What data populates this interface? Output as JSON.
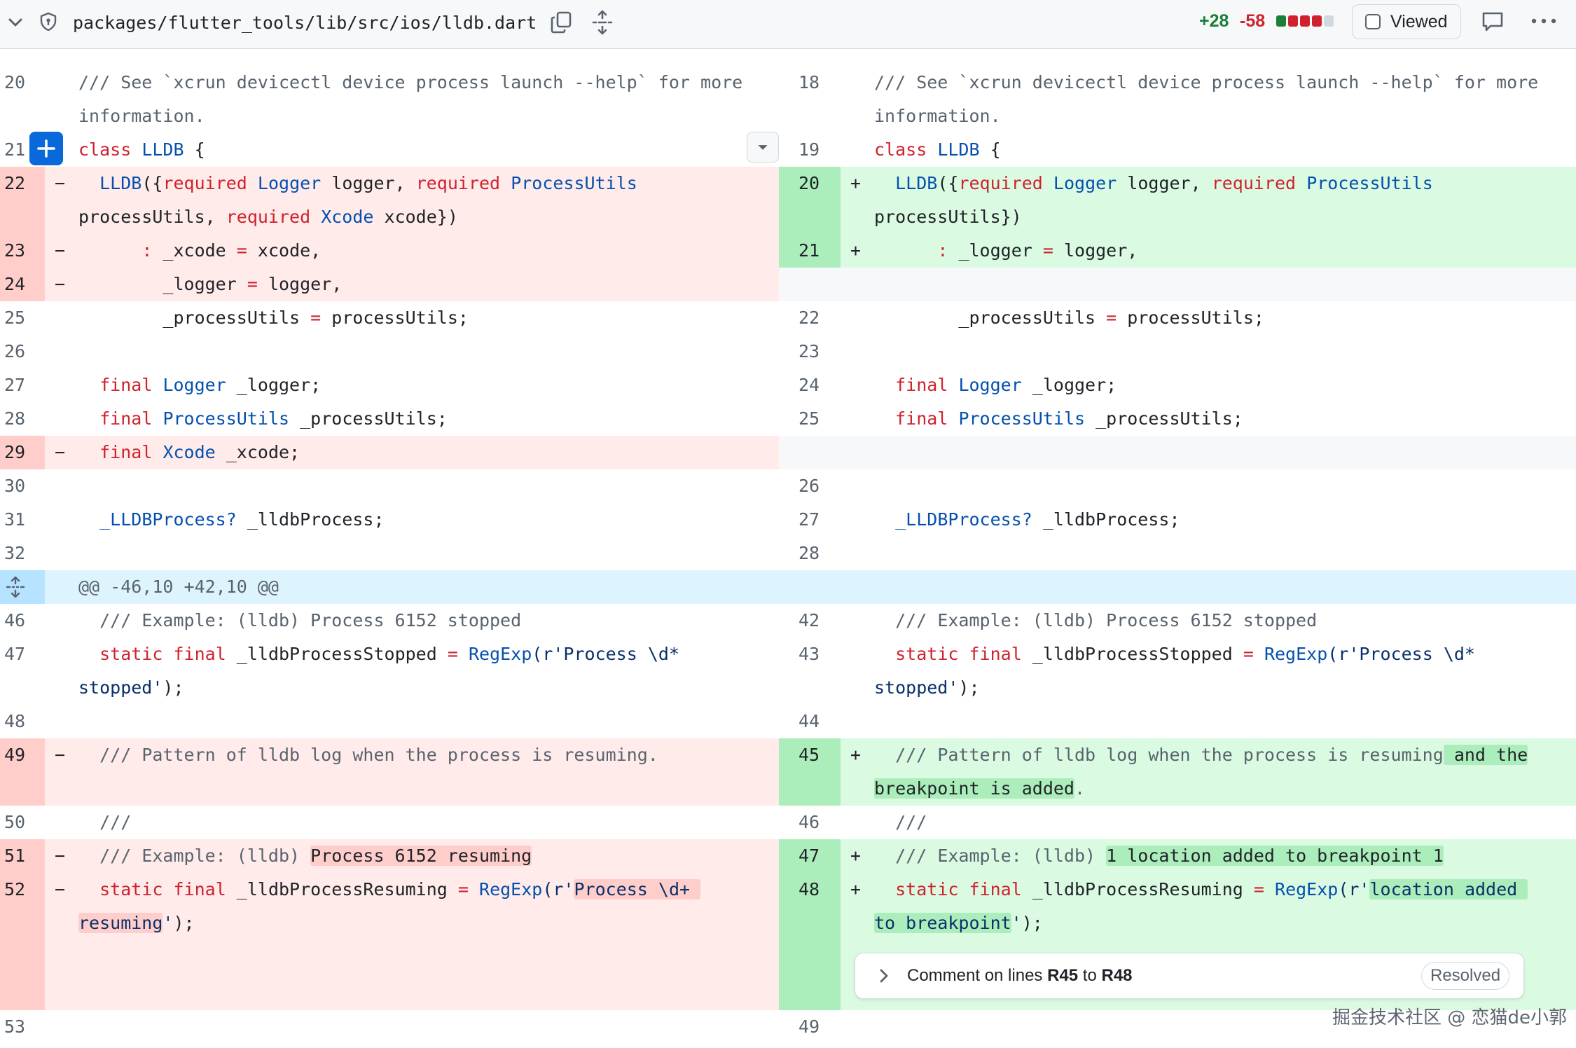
{
  "header": {
    "file_path": "packages/flutter_tools/lib/src/ios/lldb.dart",
    "additions": "+28",
    "deletions": "-58",
    "viewed_label": "Viewed",
    "diffstat_colors": [
      "#1a7f37",
      "#cf222e",
      "#cf222e",
      "#cf222e",
      "#d1d9e0"
    ]
  },
  "hunk_header": "@@ -46,10 +42,10 @@",
  "left": {
    "n20": "20",
    "n21": "21",
    "n22": "22",
    "n23": "23",
    "n24": "24",
    "n25": "25",
    "n26": "26",
    "n27": "27",
    "n28": "28",
    "n29": "29",
    "n30": "30",
    "n31": "31",
    "n32": "32",
    "n46": "46",
    "n47": "47",
    "n48": "48",
    "n49": "49",
    "n50": "50",
    "n51": "51",
    "n52": "52",
    "n53": "53"
  },
  "right": {
    "n18": "18",
    "n19": "19",
    "n20": "20",
    "n21": "21",
    "n22": "22",
    "n23": "23",
    "n24": "24",
    "n25": "25",
    "n26": "26",
    "n27": "27",
    "n28": "28",
    "n42": "42",
    "n43": "43",
    "n44": "44",
    "n45": "45",
    "n46": "46",
    "n47": "47",
    "n48": "48",
    "n49": "49"
  },
  "code": {
    "see_help_a": "/// See `xcrun devicectl device process launch --help` for more",
    "see_help_b": "information.",
    "class_kw": "class",
    "class_name": "LLDB",
    "class_brace": " {",
    "ctor_name": "LLDB",
    "ctor_open": "({",
    "required": "required",
    "logger_type": "Logger",
    "logger_param": " logger, ",
    "process_utils_type": "ProcessUtils",
    "xcode_type": "Xcode",
    "left_ctor_line2_a": "processUtils, ",
    "left_ctor_line2_b": " xcode})",
    "right_ctor_line2": "processUtils})",
    "colon": ":",
    "xcode_assign_a": " _xcode ",
    "xcode_assign_b": " xcode,",
    "eq": "=",
    "logger_assign_a": "_logger ",
    "logger_assign_b": " logger,",
    "pu_assign_a": "_processUtils ",
    "pu_assign_b": " processUtils;",
    "final_kw": "final",
    "logger_field": " _logger;",
    "pu_field": " _processUtils;",
    "xcode_field": " _xcode;",
    "lldb_process_type": "_LLDBProcess?",
    "lldb_process_field": " _lldbProcess;",
    "example_stopped": "/// Example: (lldb) Process 6152 stopped",
    "static_kw": "static",
    "stopped_name": " _lldbProcessStopped ",
    "regexp": "RegExp",
    "regex_open": "(r'",
    "stopped_pattern": "Process \\d*",
    "stopped_end_str": "stopped'",
    "close_paren": ");",
    "pattern_comment_left": "/// Pattern of lldb log when the process is resuming.",
    "pattern_comment_right_a": "/// Pattern of lldb log when the process is resuming",
    "pattern_comment_right_hl": " and the",
    "pattern_comment_right_b": "breakpoint is added",
    "pattern_comment_right_c": ".",
    "triple_slash": "///",
    "example_prefix": "/// Example: (lldb) ",
    "example_resuming_hl": "Process 6152 resuming",
    "example_breakpoint_hl": "1 location added to breakpoint 1",
    "resuming_name": " _lldbProcessResuming ",
    "resuming_pattern_hl": "Process \\d+ ",
    "resuming_end_hl": "resuming",
    "location_pattern_hl": "location added ",
    "breakpoint_end_hl": "to breakpoint",
    "str_close": "'",
    "minus": "−",
    "plus": "+"
  },
  "comment_thread": {
    "prefix": "Comment on lines ",
    "from": "R45",
    "middle": " to ",
    "to": "R48",
    "status": "Resolved"
  },
  "watermark": "掘金技术社区 @ 恋猫de小郭"
}
